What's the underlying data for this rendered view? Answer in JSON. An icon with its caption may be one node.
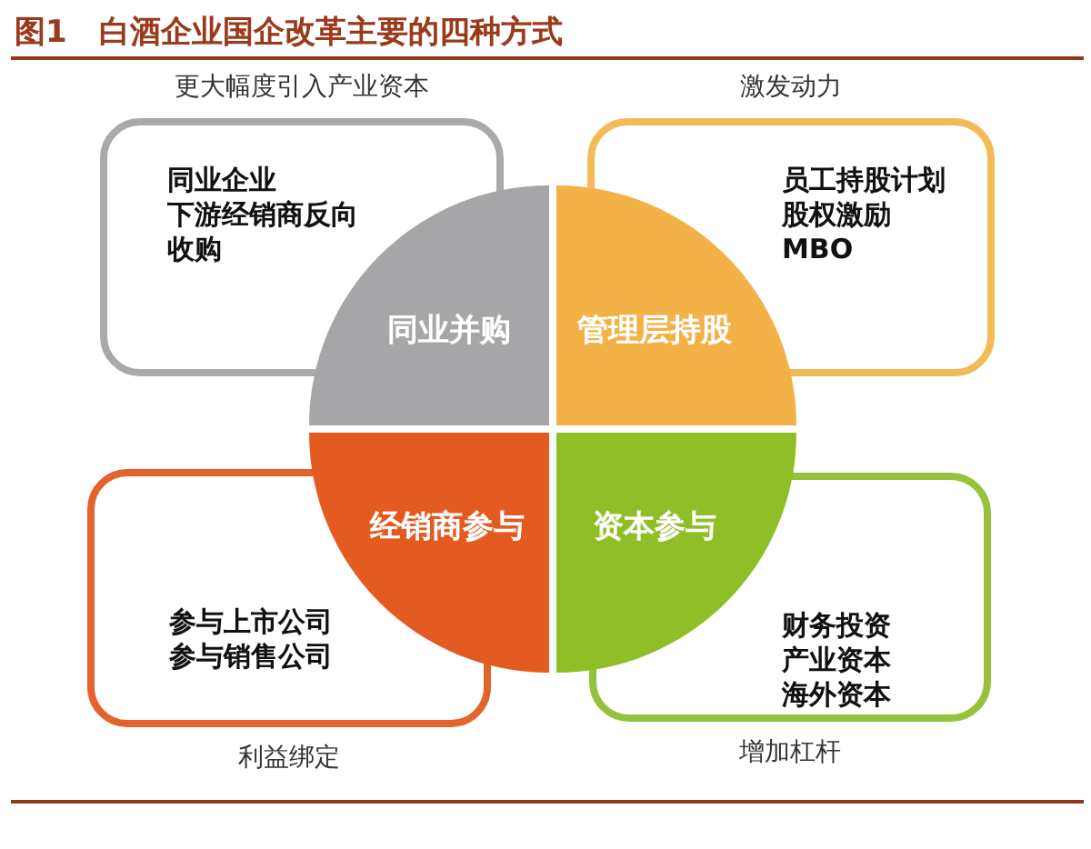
{
  "diagram": {
    "title": "图1 白酒企业国企改革主要的四种方式",
    "nodes": [
      {
        "text": [
          "更大幅度引入产业资本",
          "同业企业",
          "下游经销商反向收购"
        ]
      },
      {
        "text": [
          "激发动力",
          "员工持股计划",
          "股权激励",
          "MBO"
        ]
      },
      {
        "text": [
          "同业并购"
        ]
      },
      {
        "text": [
          "管理层持股"
        ]
      },
      {
        "text": [
          "经销商参与"
        ]
      },
      {
        "text": [
          "资本参与"
        ]
      },
      {
        "text": [
          "参与上市公司",
          "参与销售公司",
          "利益绑定"
        ]
      },
      {
        "text": [
          "财务投资",
          "产业资本",
          "海外资本",
          "增加杠杆"
        ]
      }
    ]
  }
}
